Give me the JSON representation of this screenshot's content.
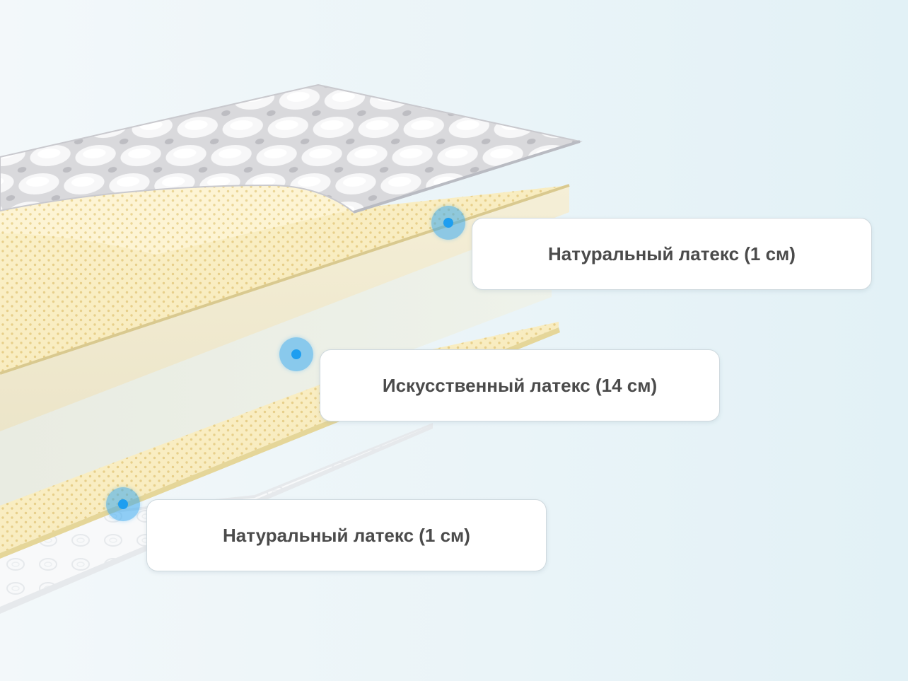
{
  "layers": [
    {
      "label": "Натуральный латекс (1 см)"
    },
    {
      "label": "Искусственный латекс (14 см)"
    },
    {
      "label": "Натуральный латекс (1 см)"
    }
  ]
}
